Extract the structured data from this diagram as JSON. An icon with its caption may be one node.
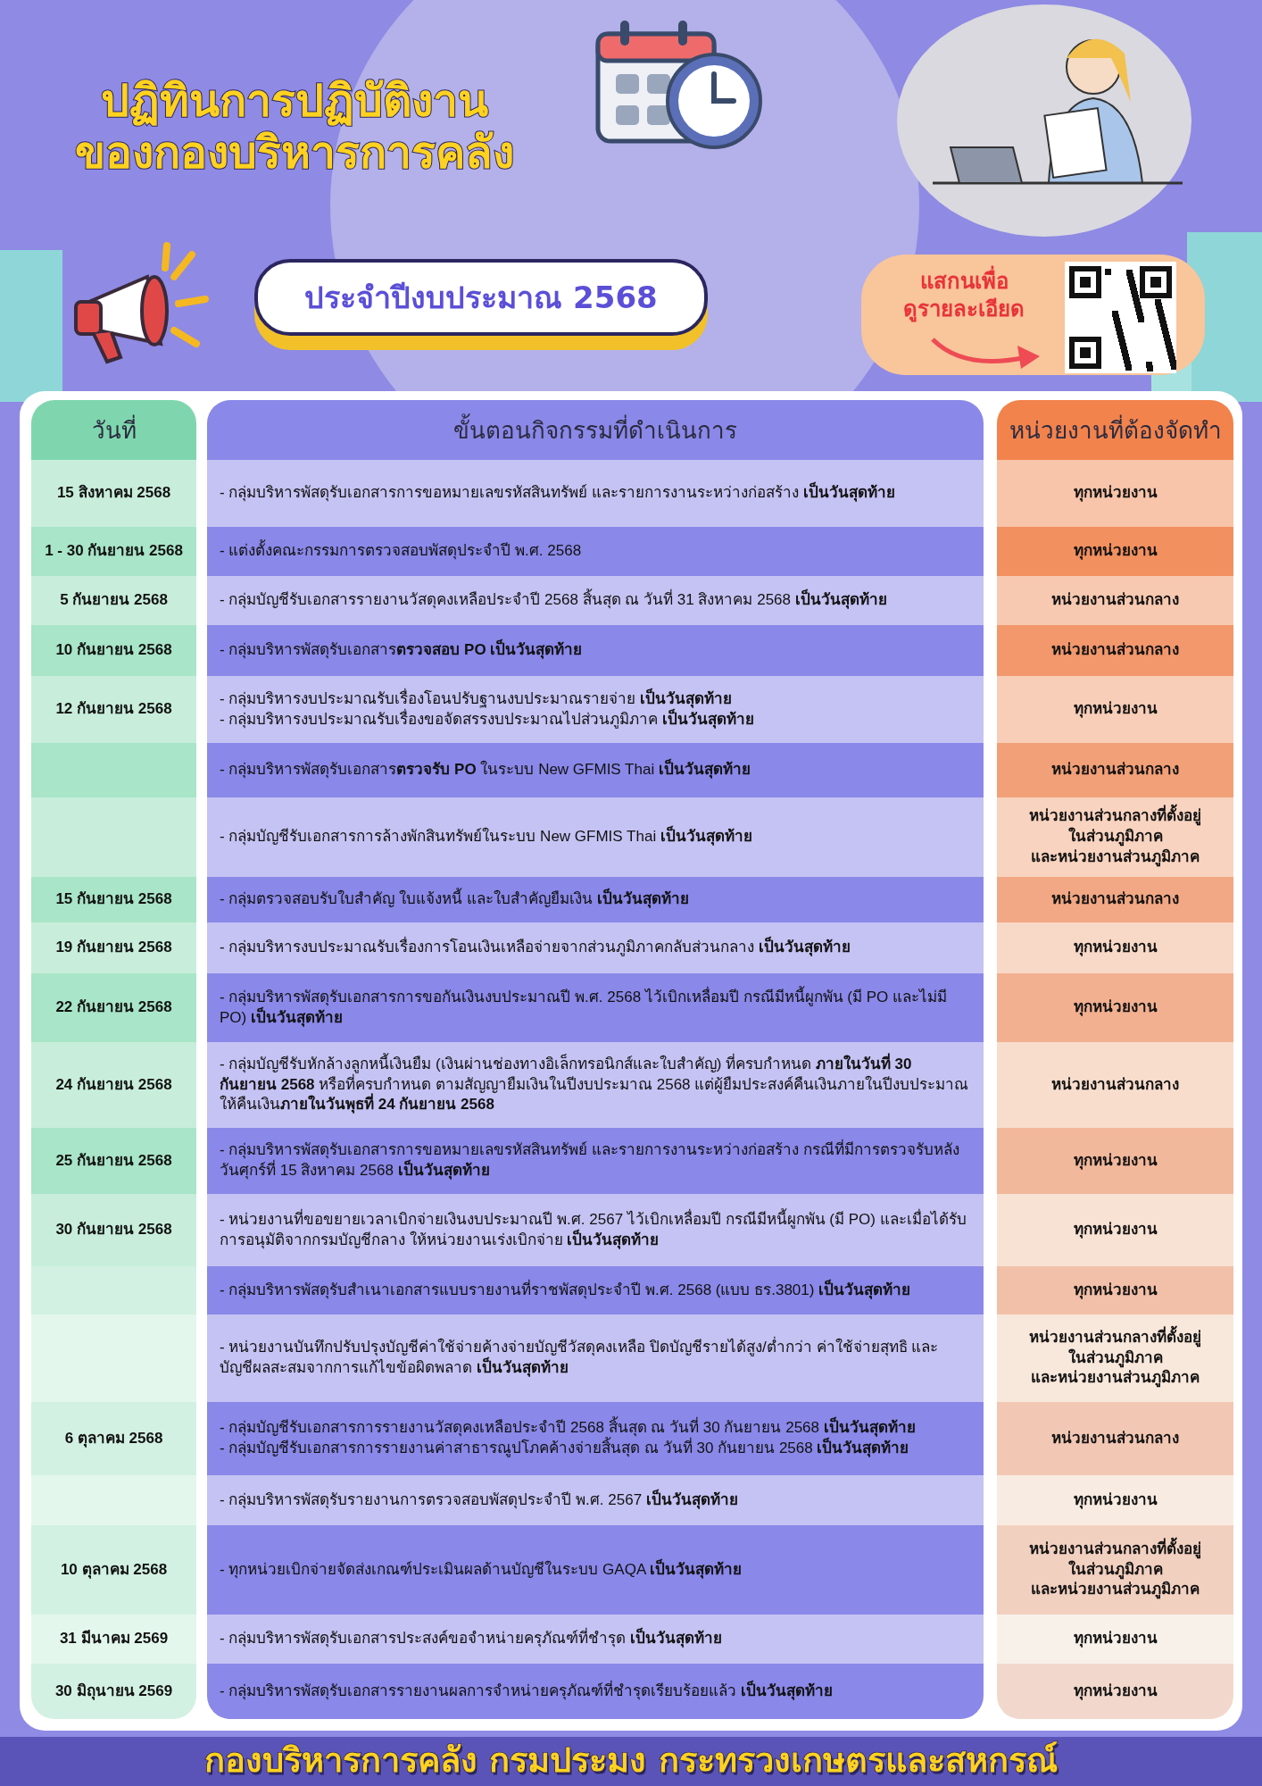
{
  "diagram": {
    "title": "ปฏิทินการปฏิบัติงาน ของกองบริหารการคลัง",
    "caption": "กองบริหารการคลัง กรมประมง กระทรวงเกษตรและสหกรณ์",
    "labels": [
      "ประจำปีงบประมาณ 2568",
      "แสกนเพื่อ ดูรายละเอียด",
      "วันที่",
      "ขั้นตอนกิจกรรมที่ดำเนินการ",
      "หน่วยงานที่ต้องจัดทำ",
      "15 สิงหาคม 2568",
      "- กลุ่มบริหารพัสดุรับเอกสารการขอหมายเลขรหัสสินทรัพย์ และรายการงานระหว่างก่อสร้าง **เป็นวันสุดท้าย**",
      "ทุกหน่วยงาน",
      "1 - 30 กันยายน 2568",
      "- แต่งตั้งคณะกรรมการตรวจสอบพัสดุประจำปี พ.ศ. 2568",
      "ทุกหน่วยงาน",
      "5 กันยายน 2568",
      "- กลุ่มบัญชีรับเอกสารรายงานวัสดุคงเหลือประจำปี 2568 สิ้นสุด ณ วันที่ 31 สิงหาคม 2568 **เป็นวันสุดท้าย**",
      "หน่วยงานส่วนกลาง",
      "10 กันยายน 2568",
      "- กลุ่มบริหารพัสดุรับเอกสาร**ตรวจสอบ PO เป็นวันสุดท้าย**",
      "หน่วยงานส่วนกลาง",
      "12 กันยายน 2568",
      "- กลุ่มบริหารงบประมาณรับเรื่องโอนปรับฐานงบประมาณรายจ่าย **เป็นวันสุดท้าย**",
      "- กลุ่มบริหารงบประมาณรับเรื่องขอจัดสรรงบประมาณไปส่วนภูมิภาค **เป็นวันสุดท้าย**",
      "ทุกหน่วยงาน",
      "- กลุ่มบริหารพัสดุรับเอกสาร**ตรวจรับ PO** ในระบบ New GFMIS Thai **เป็นวันสุดท้าย**",
      "หน่วยงานส่วนกลาง",
      "- กลุ่มบัญชีรับเอกสารการล้างพักสินทรัพย์ในระบบ New GFMIS Thai **เป็นวันสุดท้าย**",
      "หน่วยงานส่วนกลางที่ตั้งอยู่ ในส่วนภูมิภาค และหน่วยงานส่วนภูมิภาค",
      "15 กันยายน 2568",
      "- กลุ่มตรวจสอบรับใบสำคัญ ใบแจ้งหนี้ และใบสำคัญยืมเงิน **เป็นวันสุดท้าย**",
      "หน่วยงานส่วนกลาง",
      "19 กันยายน 2568",
      "- กลุ่มบริหารงบประมาณรับเรื่องการโอนเงินเหลือจ่ายจากส่วนภูมิภาคกลับส่วนกลาง **เป็นวันสุดท้าย**",
      "ทุกหน่วยงาน",
      "22 กันยายน 2568",
      "- กลุ่มบริหารพัสดุรับเอกสารการขอกันเงินงบประมาณปี พ.ศ. 2568 ไว้เบิกเหลื่อมปี กรณีมีหนี้ผูกพัน (มี PO และไม่มี PO) **เป็นวันสุดท้าย**",
      "ทุกหน่วยงาน",
      "24 กันยายน 2568",
      "- กลุ่มบัญชีรับหักล้างลูกหนี้เงินยืม (เงินผ่านช่องทางอิเล็กทรอนิกส์และใบสำคัญ) ที่ครบกำหนด **ภายในวันที่ 30 กันยายน 2568** หรือที่ครบกำหนด ตามสัญญายืมเงินในปีงบประมาณ 2568 แต่ผู้ยืมประสงค์คืนเงินภายในปีงบประมาณ ให้คืนเงิน**ภายในวันพุธที่ 24 กันยายน 2568**",
      "หน่วยงานส่วนกลาง",
      "25 กันยายน 2568",
      "- กลุ่มบริหารพัสดุรับเอกสารการขอหมายเลขรหัสสินทรัพย์ และรายการงานระหว่างก่อสร้าง กรณีที่มีการตรวจรับหลังวันศุกร์ที่ 15 สิงหาคม 2568 **เป็นวันสุดท้าย**",
      "ทุกหน่วยงาน",
      "30 กันยายน 2568",
      "- หน่วยงานที่ขอขยายเวลาเบิกจ่ายเงินงบประมาณปี พ.ศ. 2567 ไว้เบิกเหลื่อมปี กรณีมีหนี้ผูกพัน (มี PO) และเมื่อได้รับการอนุมัติจากกรมบัญชีกลาง ให้หน่วยงานเร่งเบิกจ่าย **เป็นวันสุดท้าย**",
      "ทุกหน่วยงาน",
      "- กลุ่มบริหารพัสดุรับสำเนาเอกสารแบบรายงานที่ราชพัสดุประจำปี พ.ศ. 2568 (แบบ ธร.3801) **เป็นวันสุดท้าย**",
      "ทุกหน่วยงาน",
      "- หน่วยงานบันทึกปรับปรุงบัญชีค่าใช้จ่ายค้างจ่ายบัญชีวัสดุคงเหลือ ปิดบัญชีรายได้สูง/ต่ำกว่า ค่าใช้จ่ายสุทธิ และบัญชีผลสะสมจากการแก้ไขข้อผิดพลาด **เป็นวันสุดท้าย**",
      "หน่วยงานส่วนกลางที่ตั้งอยู่ ในส่วนภูมิภาค และหน่วยงานส่วนภูมิภาค",
      "6 ตุลาคม 2568",
      "- กลุ่มบัญชีรับเอกสารการรายงานวัสดุคงเหลือประจำปี 2568 สิ้นสุด ณ วันที่ 30 กันยายน 2568 **เป็นวันสุดท้าย**",
      "- กลุ่มบัญชีรับเอกสารการรายงานค่าสาธารณูปโภคค้างจ่ายสิ้นสุด ณ วันที่ 30 กันยายน 2568 **เป็นวันสุดท้าย**",
      "หน่วยงานส่วนกลาง",
      "- กลุ่มบริหารพัสดุรับรายงานการตรวจสอบพัสดุประจำปี พ.ศ. 2567 **เป็นวันสุดท้าย**",
      "ทุกหน่วยงาน",
      "10 ตุลาคม 2568",
      "- ทุกหน่วยเบิกจ่ายจัดส่งเกณฑ์ประเมินผลด้านบัญชีในระบบ GAQA **เป็นวันสุดท้าย**",
      "หน่วยงานส่วนกลางที่ตั้งอยู่ ในส่วนภูมิภาค และหน่วยงานส่วนภูมิภาค",
      "31 มีนาคม 2569",
      "- กลุ่มบริหารพัสดุรับเอกสารประสงค์ขอจำหน่ายครุภัณฑ์ที่ชำรุด **เป็นวันสุดท้าย**",
      "ทุกหน่วยงาน",
      "30 มิถุนายน 2569",
      "- กลุ่มบริหารพัสดุรับเอกสารรายงานผลการจำหน่ายครุภัณฑ์ที่ชำรุดเรียบร้อยแล้ว **เป็นวันสุดท้าย**",
      "ทุกหน่วยงาน"
    ]
  }
}
